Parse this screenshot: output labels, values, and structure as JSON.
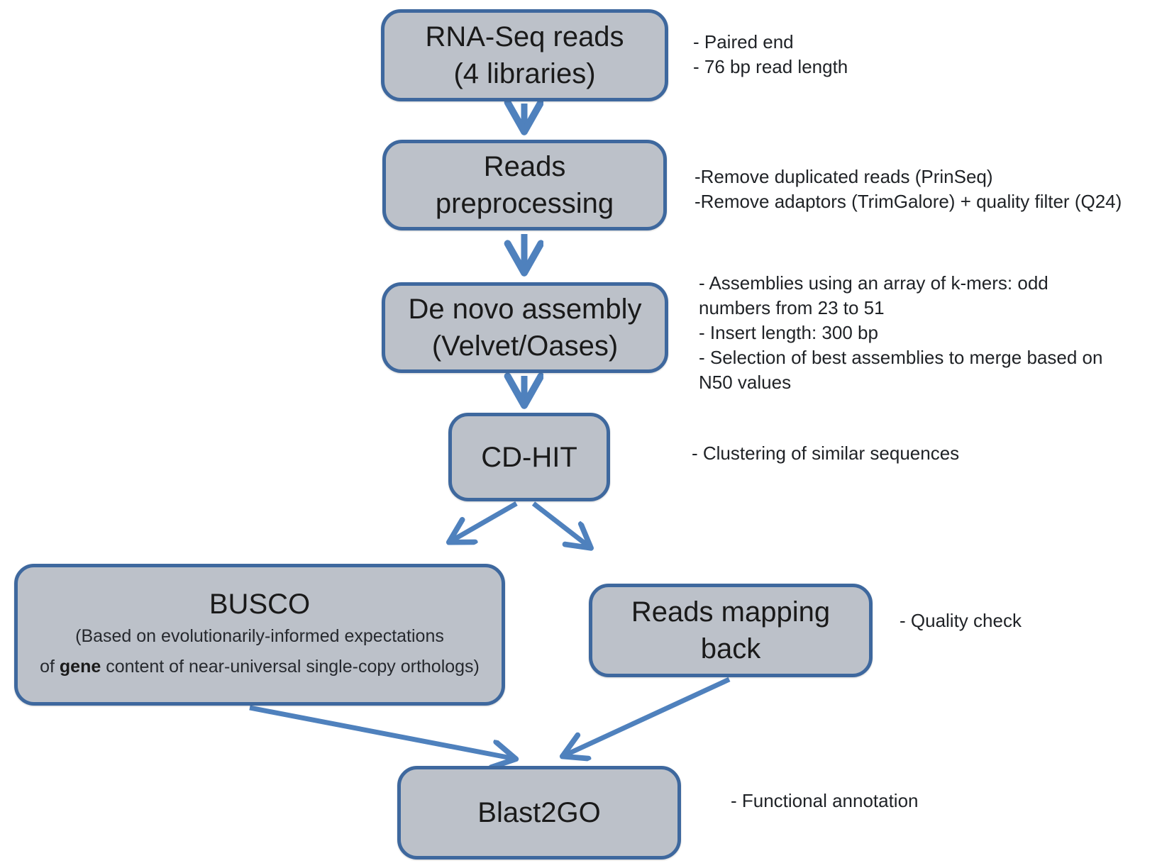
{
  "colors": {
    "box_fill": "#bcc1c9",
    "box_border": "#3e689e",
    "arrow": "#4f81bd",
    "text": "#1a1a1a",
    "background": "#ffffff"
  },
  "nodes": [
    {
      "id": "rna-seq-reads",
      "lines": [
        "RNA-Seq reads",
        "(4 libraries)"
      ]
    },
    {
      "id": "reads-preprocessing",
      "lines": [
        "Reads",
        "preprocessing"
      ]
    },
    {
      "id": "de-novo-assembly",
      "lines": [
        "De novo assembly",
        "(Velvet/Oases)"
      ]
    },
    {
      "id": "cd-hit",
      "lines": [
        "CD-HIT"
      ]
    },
    {
      "id": "busco",
      "title": "BUSCO",
      "subtitle_line1": "(Based on evolutionarily-informed expectations",
      "subtitle_line2_prefix": "of ",
      "subtitle_line2_bold": "gene",
      "subtitle_line2_suffix": " content of near-universal single-copy orthologs)"
    },
    {
      "id": "reads-mapping-back",
      "lines": [
        "Reads mapping",
        "back"
      ]
    },
    {
      "id": "blast2go",
      "lines": [
        "Blast2GO"
      ]
    }
  ],
  "annotations": [
    {
      "for": "rna-seq-reads",
      "lines": [
        "- Paired end",
        "- 76 bp read length"
      ]
    },
    {
      "for": "reads-preprocessing",
      "lines": [
        "-Remove duplicated reads (PrinSeq)",
        "-Remove adaptors (TrimGalore) + quality filter (Q24)"
      ]
    },
    {
      "for": "de-novo-assembly",
      "lines": [
        "- Assemblies using an array of k-mers: odd",
        "numbers from 23 to 51",
        "- Insert length: 300 bp",
        "- Selection of best assemblies to merge based on",
        "N50 values"
      ]
    },
    {
      "for": "cd-hit",
      "lines": [
        "- Clustering of similar sequences"
      ]
    },
    {
      "for": "reads-mapping-back",
      "lines": [
        "- Quality check"
      ]
    },
    {
      "for": "blast2go",
      "lines": [
        "- Functional annotation"
      ]
    }
  ],
  "edges": [
    {
      "from": "rna-seq-reads",
      "to": "reads-preprocessing"
    },
    {
      "from": "reads-preprocessing",
      "to": "de-novo-assembly"
    },
    {
      "from": "de-novo-assembly",
      "to": "cd-hit"
    },
    {
      "from": "cd-hit",
      "to": "busco"
    },
    {
      "from": "cd-hit",
      "to": "reads-mapping-back"
    },
    {
      "from": "busco",
      "to": "blast2go"
    },
    {
      "from": "reads-mapping-back",
      "to": "blast2go"
    }
  ]
}
